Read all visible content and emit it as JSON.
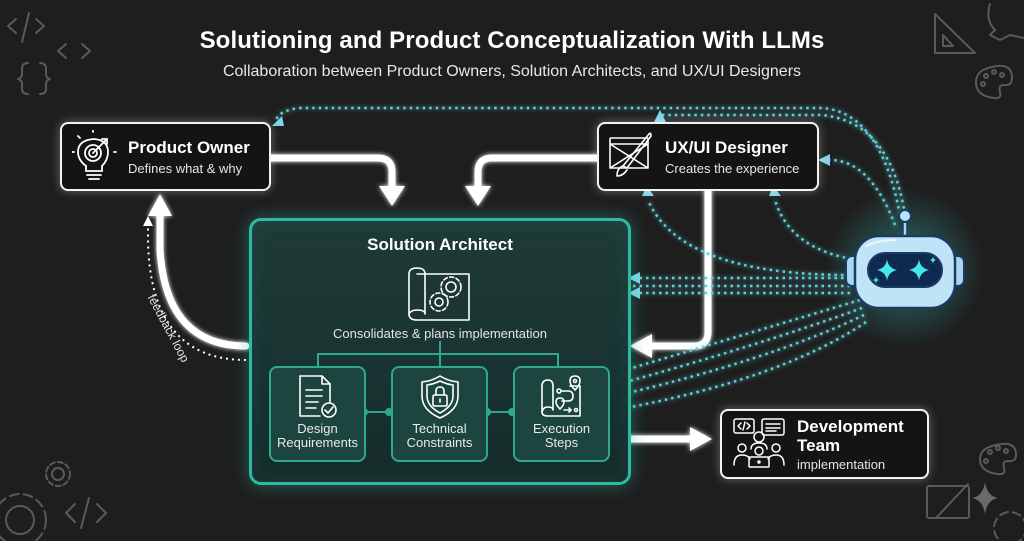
{
  "header": {
    "title": "Solutioning and Product Conceptualization With LLMs",
    "subtitle": "Collaboration between Product Owners, Solution Architects, and UX/UI Designers"
  },
  "nodes": {
    "product_owner": {
      "name": "Product Owner",
      "description": "Defines what & why",
      "icon": "target-lightbulb-icon"
    },
    "ux_designer": {
      "name": "UX/UI Designer",
      "description": "Creates the experience",
      "icon": "design-brush-icon"
    },
    "solution_architect": {
      "name": "Solution Architect",
      "description": "Consolidates & plans implementation",
      "icon": "blueprint-gears-icon",
      "components": [
        {
          "label_line1": "Design",
          "label_line2": "Requirements",
          "icon": "document-check-icon"
        },
        {
          "label_line1": "Technical",
          "label_line2": "Constraints",
          "icon": "shield-lock-icon"
        },
        {
          "label_line1": "Execution",
          "label_line2": "Steps",
          "icon": "route-map-icon"
        }
      ]
    },
    "development_team": {
      "name_line1": "Development",
      "name_line2": "Team",
      "description": "implementation",
      "icon": "team-code-icon"
    },
    "llm": {
      "icon": "robot-sparkle-icon"
    }
  },
  "edges": {
    "feedback_label": "feedback loop"
  },
  "colors": {
    "background": "#1e1e1e",
    "accent_teal": "#2fb9a2",
    "llm_dotted": "#5fd0d8",
    "node_border": "#f2f2f2"
  }
}
